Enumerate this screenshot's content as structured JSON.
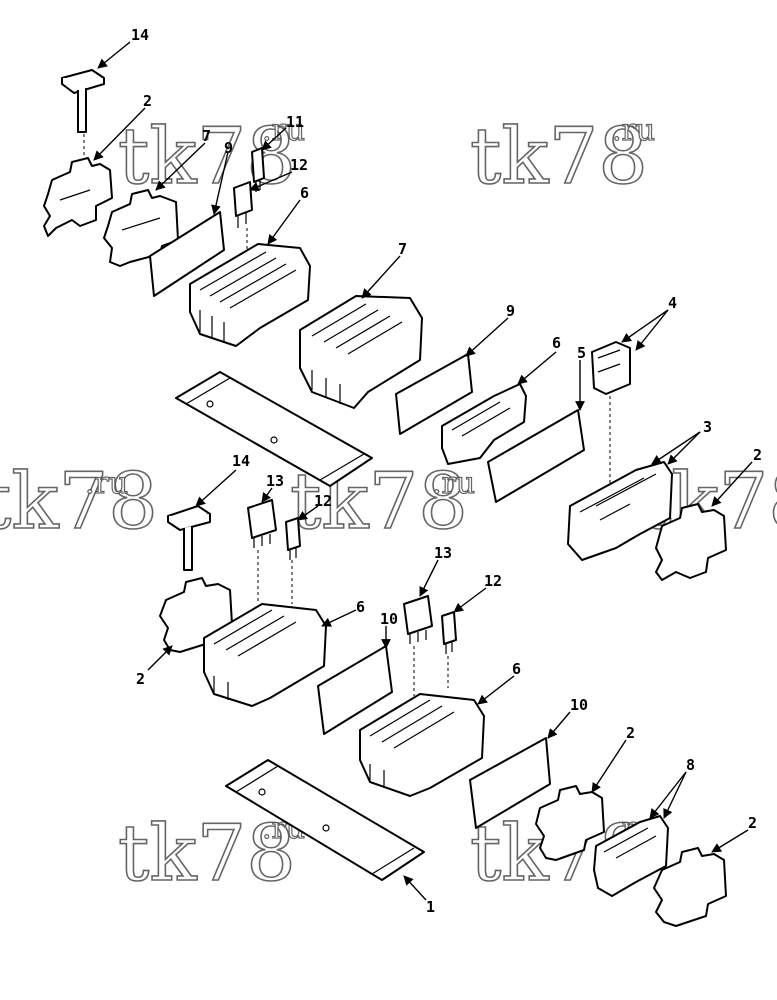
{
  "watermark": {
    "main": "tk78",
    "suffix": ".ru"
  },
  "callouts": {
    "c1": "1",
    "c2a": "2",
    "c2b": "2",
    "c2c": "2",
    "c2d": "2",
    "c2e": "2",
    "c3": "3",
    "c4": "4",
    "c5": "5",
    "c6a": "6",
    "c6b": "6",
    "c6c": "6",
    "c6d": "6",
    "c7a": "7",
    "c7b": "7",
    "c8": "8",
    "c9a": "9",
    "c9b": "9",
    "c10a": "10",
    "c10b": "10",
    "c11": "11",
    "c12a": "12",
    "c12b": "12",
    "c12c": "12",
    "c13a": "13",
    "c13b": "13",
    "c14a": "14",
    "c14b": "14"
  }
}
